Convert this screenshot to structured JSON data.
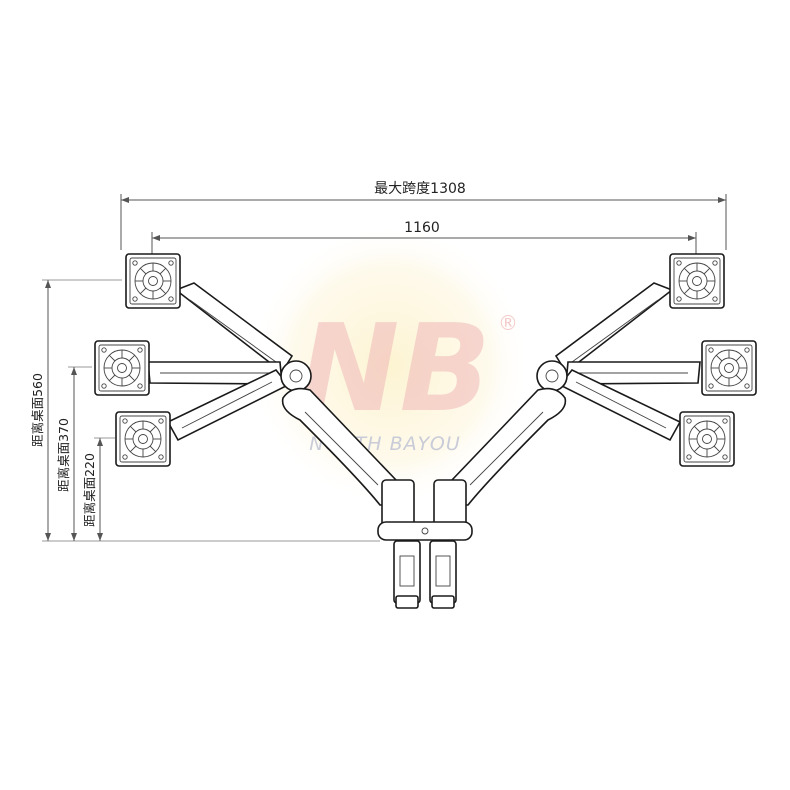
{
  "dimensions": {
    "max_span_label": "最大跨度1308",
    "arm_span_label": "1160",
    "height_560_label": "距离桌面560",
    "height_370_label": "距离桌面370",
    "height_220_label": "距离桌面220"
  },
  "watermark": {
    "logo_text": "NB",
    "registered_mark": "®",
    "brand_text": "NORTH BAYOU"
  },
  "colors": {
    "logo_red": "#f0b8b8",
    "watermark_glow": "#fdf5d6",
    "line": "#1a1a1a"
  }
}
